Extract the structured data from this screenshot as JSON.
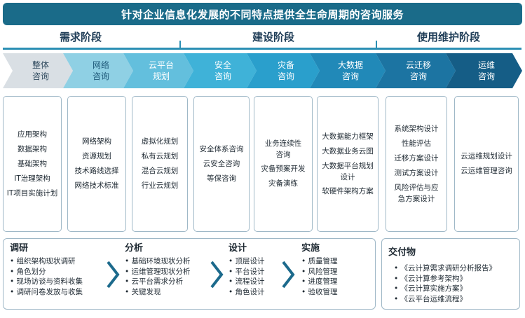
{
  "title": "针对企业信息化发展的不同特点提供全生命周期的咨询服务",
  "stages": [
    "需求阶段",
    "建设阶段",
    "使用维护阶段"
  ],
  "steps": [
    {
      "label": "整体\n咨询",
      "color": "#d9dfe4",
      "text_color": "#2f4a5e"
    },
    {
      "label": "网络\n咨询",
      "color": "#8fd0e4",
      "text_color": "#1f5a7a"
    },
    {
      "label": "云平台\n规划",
      "color": "#63bfdd",
      "text_color": "#ffffff"
    },
    {
      "label": "安全\n咨询",
      "color": "#3fb2d8",
      "text_color": "#ffffff"
    },
    {
      "label": "灾备\n咨询",
      "color": "#2a9fcc",
      "text_color": "#ffffff"
    },
    {
      "label": "大数据\n咨询",
      "color": "#2189b8",
      "text_color": "#ffffff"
    },
    {
      "label": "云迁移\n咨询",
      "color": "#1c74a2",
      "text_color": "#ffffff"
    },
    {
      "label": "运维\n咨询",
      "color": "#155d86",
      "text_color": "#ffffff"
    }
  ],
  "boxes": [
    {
      "items": [
        "应用架构",
        "数据架构",
        "基础架构",
        "IT治理架构",
        "IT项目实施计划"
      ]
    },
    {
      "items": [
        "网络架构",
        "资源规划",
        "技术路线选择",
        "网络技术标准"
      ]
    },
    {
      "items": [
        "虚拟化规划",
        "私有云规划",
        "混合云规划",
        "行业云规划"
      ]
    },
    {
      "items": [
        "安全体系咨询",
        "云安全咨询",
        "等保咨询"
      ]
    },
    {
      "items": [
        "业务连续性\n咨询",
        "灾备预案开发",
        "灾备演练"
      ]
    },
    {
      "items": [
        "大数据能力框架",
        "大数据业务云图",
        "大数据平台规划\n设计",
        "软硬件架构方案"
      ]
    },
    {
      "items": [
        "系统架构设计",
        "性能评估",
        "迁移方案设计",
        "测试方案设计",
        "风险评估与应\n急方案设计"
      ]
    },
    {
      "items": [
        "云运维规划设计",
        "云运维管理咨询"
      ]
    }
  ],
  "phases": [
    {
      "title": "调研",
      "items": [
        "组织架构现状调研",
        "角色划分",
        "现场访谈与资料收集",
        "调研问卷发放与收集"
      ]
    },
    {
      "title": "分析",
      "items": [
        "基础环境现状分析",
        "运维管理现状分析",
        "云平台需求分析",
        "关键发现"
      ]
    },
    {
      "title": "设计",
      "items": [
        "顶层设计",
        "平台设计",
        "流程设计",
        "角色设计"
      ]
    },
    {
      "title": "实施",
      "items": [
        "质量管理",
        "风险管理",
        "进度管理",
        "验收管理"
      ]
    }
  ],
  "deliverables": {
    "title": "交付物",
    "items": [
      "《云计算需求调研分析报告》",
      "《云计算参考架构》",
      "《云计算实施方案》",
      "《云平台运维流程》"
    ]
  },
  "colors": {
    "banner": "#1a6b89",
    "line": "#2b8fb4",
    "arrow": "#1c6a8c"
  }
}
